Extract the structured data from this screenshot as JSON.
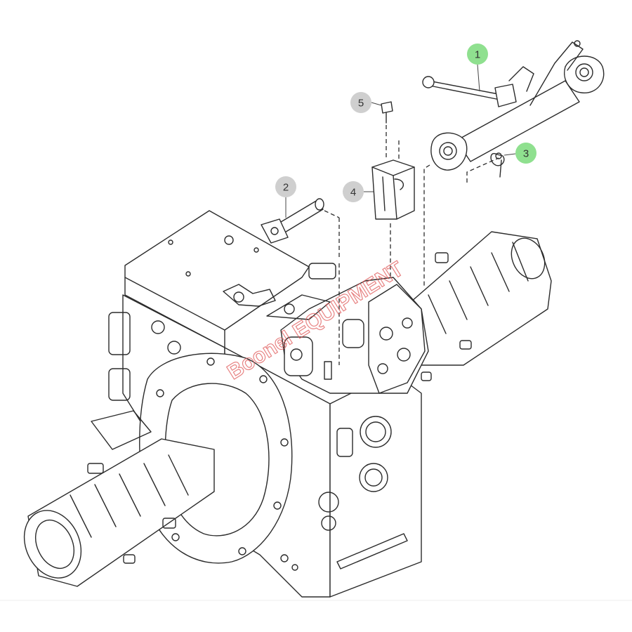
{
  "colors": {
    "callout_green": "#8fe08f",
    "callout_grey": "#cfcfcf",
    "line": "#2b2b2b",
    "watermark": "#e05a5a"
  },
  "callouts": [
    {
      "id": "1",
      "label": "1",
      "style": "green"
    },
    {
      "id": "2",
      "label": "2",
      "style": "grey"
    },
    {
      "id": "3",
      "label": "3",
      "style": "green"
    },
    {
      "id": "4",
      "label": "4",
      "style": "grey"
    },
    {
      "id": "5",
      "label": "5",
      "style": "grey"
    }
  ],
  "watermark": {
    "text": "Boonel EQUIPMENT"
  }
}
